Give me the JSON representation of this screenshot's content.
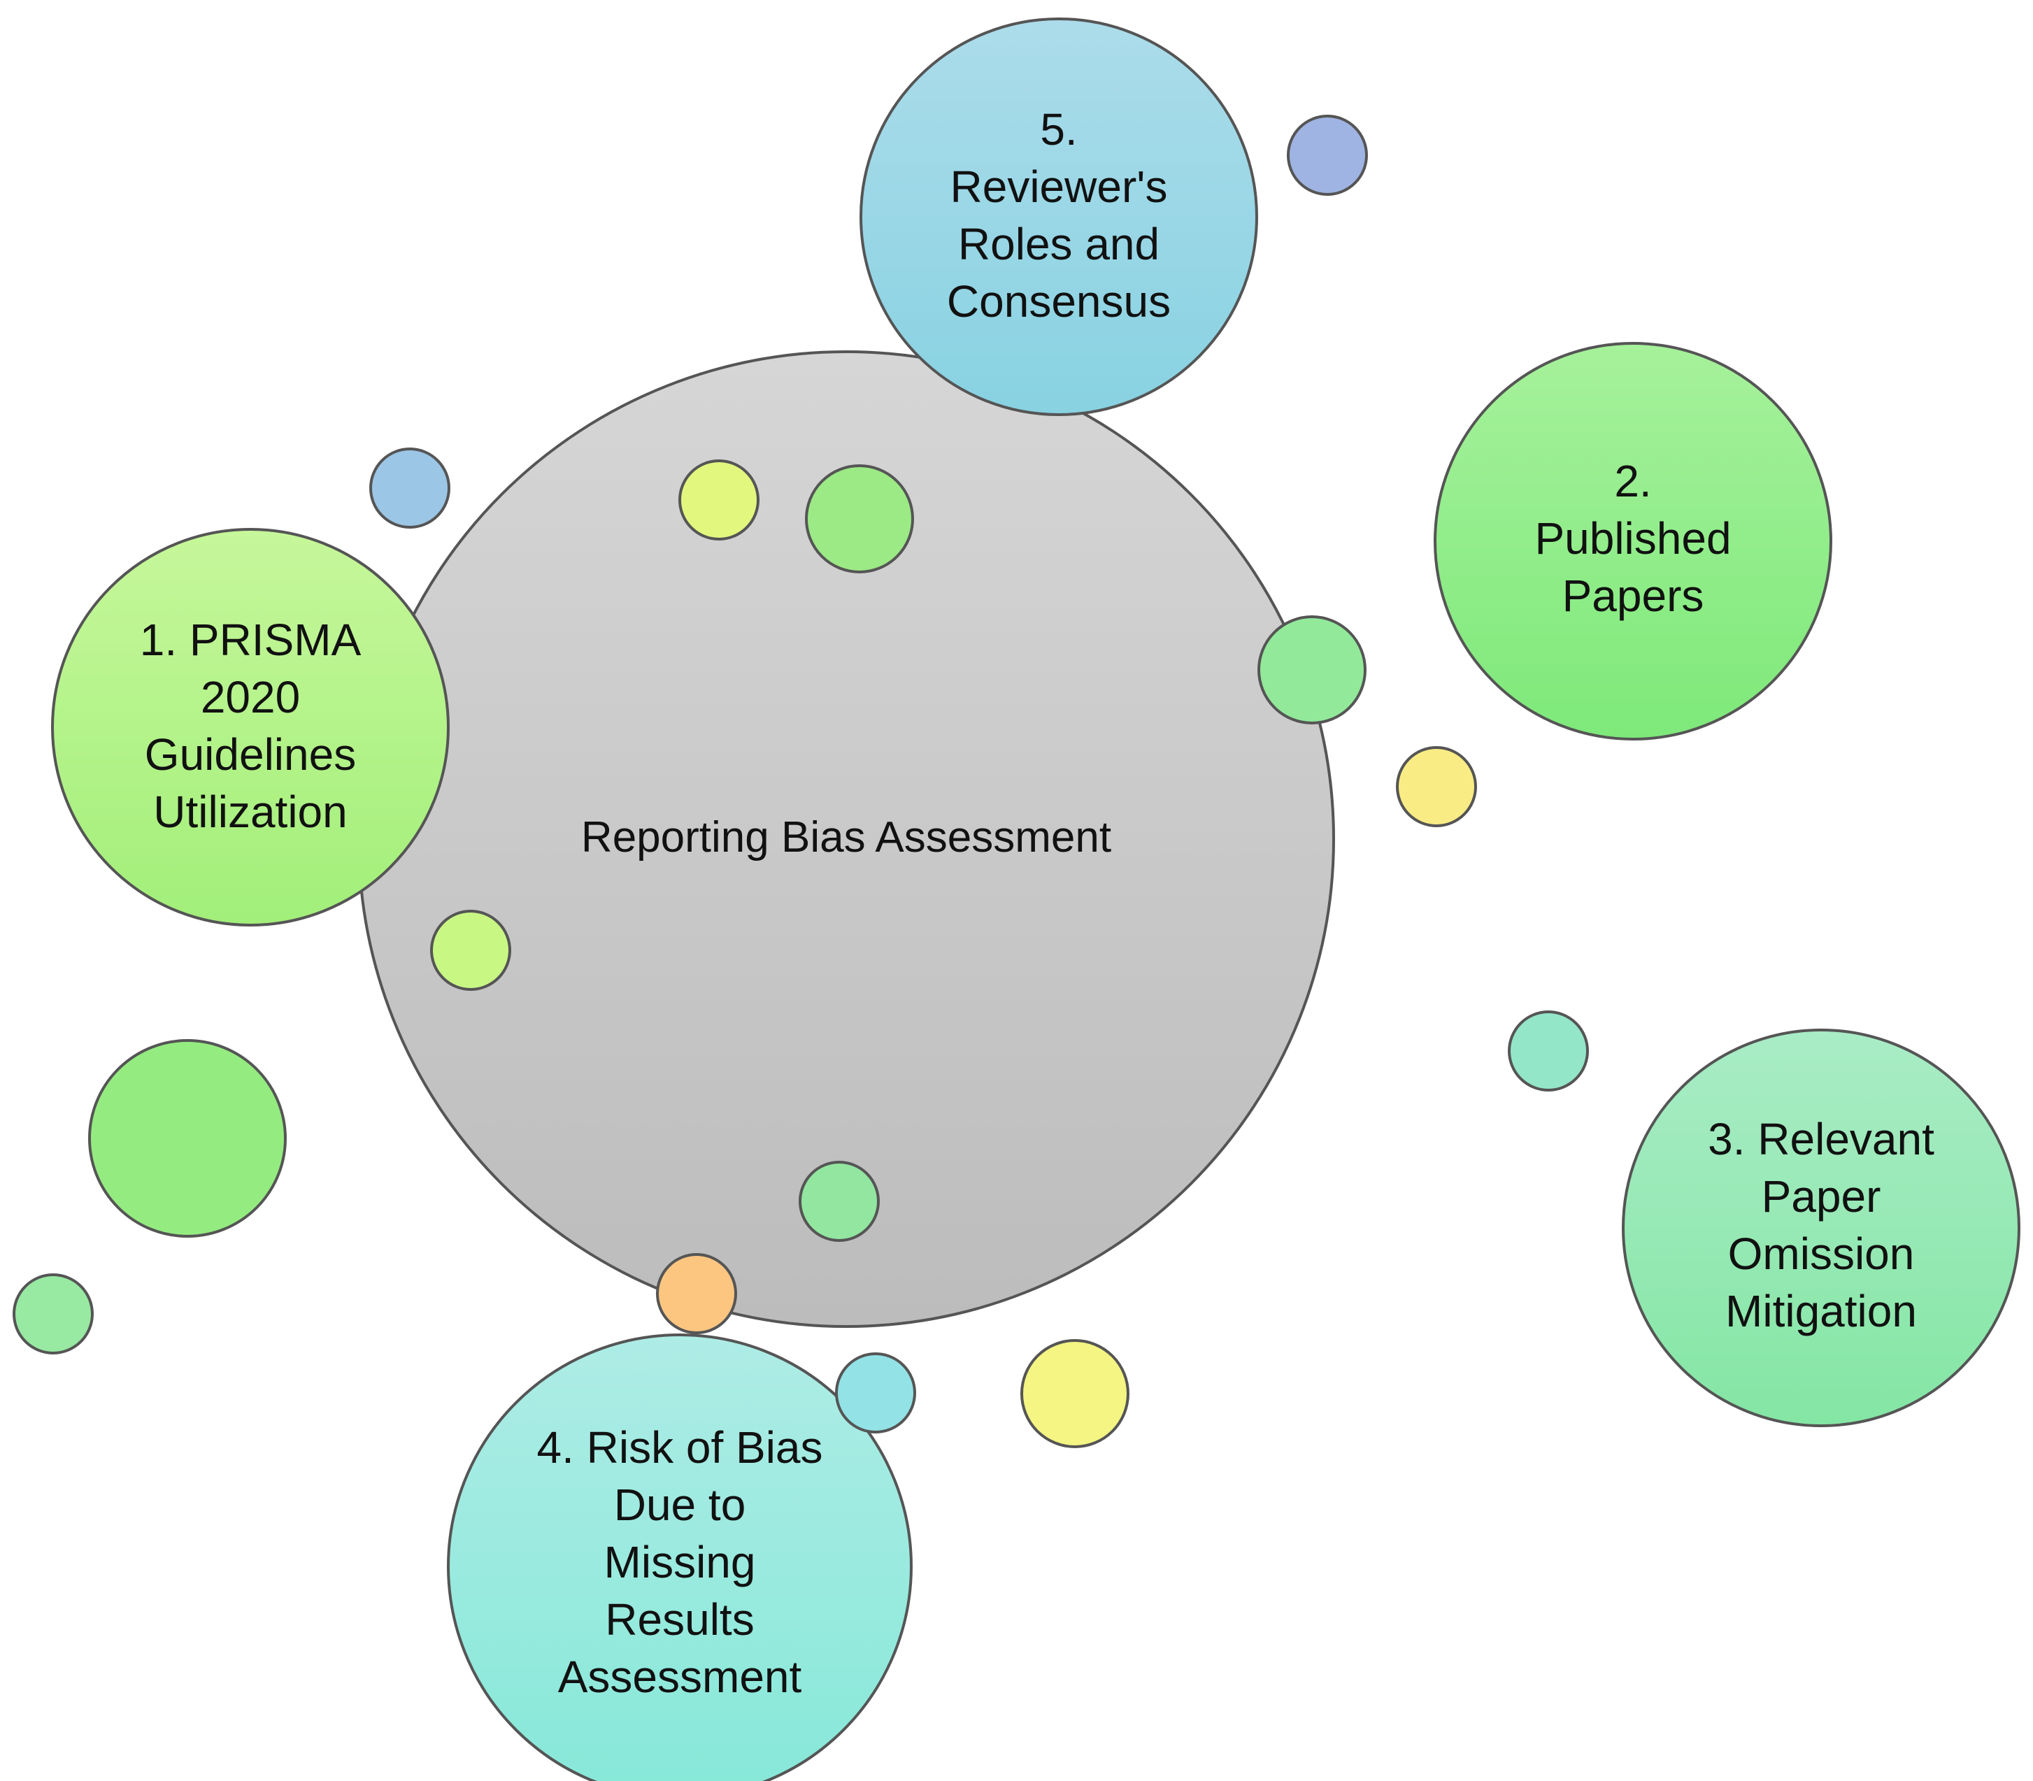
{
  "center": {
    "label": "Reporting Bias Assessment",
    "color": "#c9c9c9"
  },
  "nodes": [
    {
      "id": "prisma",
      "lines": [
        "1. PRISMA",
        "2020",
        "Guidelines",
        "Utilization"
      ],
      "color_top": "#c6f79a",
      "color_bottom": "#a2ef7a"
    },
    {
      "id": "published",
      "lines": [
        "2.",
        "Published",
        "Papers"
      ],
      "color_top": "#a6f19b",
      "color_bottom": "#7ee97a"
    },
    {
      "id": "omission",
      "lines": [
        "3. Relevant",
        "Paper",
        "Omission",
        "Mitigation"
      ],
      "color_top": "#a9ecc6",
      "color_bottom": "#84e6a4"
    },
    {
      "id": "missing",
      "lines": [
        "4. Risk of Bias",
        "Due to",
        "Missing",
        "Results",
        "Assessment"
      ],
      "color_top": "#aeece6",
      "color_bottom": "#86e8d8"
    },
    {
      "id": "reviewers",
      "lines": [
        "5.",
        "Reviewer's",
        "Roles and",
        "Consensus"
      ],
      "color_top": "#acdcea",
      "color_bottom": "#88d2e2"
    }
  ],
  "decorations": [
    {
      "color": "#9fb4e2"
    },
    {
      "color": "#9cc6e6"
    },
    {
      "color": "#e2f77e"
    },
    {
      "color": "#9cea86"
    },
    {
      "color": "#92e99a"
    },
    {
      "color": "#f9ec84"
    },
    {
      "color": "#c9f784"
    },
    {
      "color": "#94ec80"
    },
    {
      "color": "#92e6a0"
    },
    {
      "color": "#98e9a2"
    },
    {
      "color": "#fcc681"
    },
    {
      "color": "#92e2e6"
    },
    {
      "color": "#f4f582"
    },
    {
      "color": "#94e6c8"
    }
  ]
}
